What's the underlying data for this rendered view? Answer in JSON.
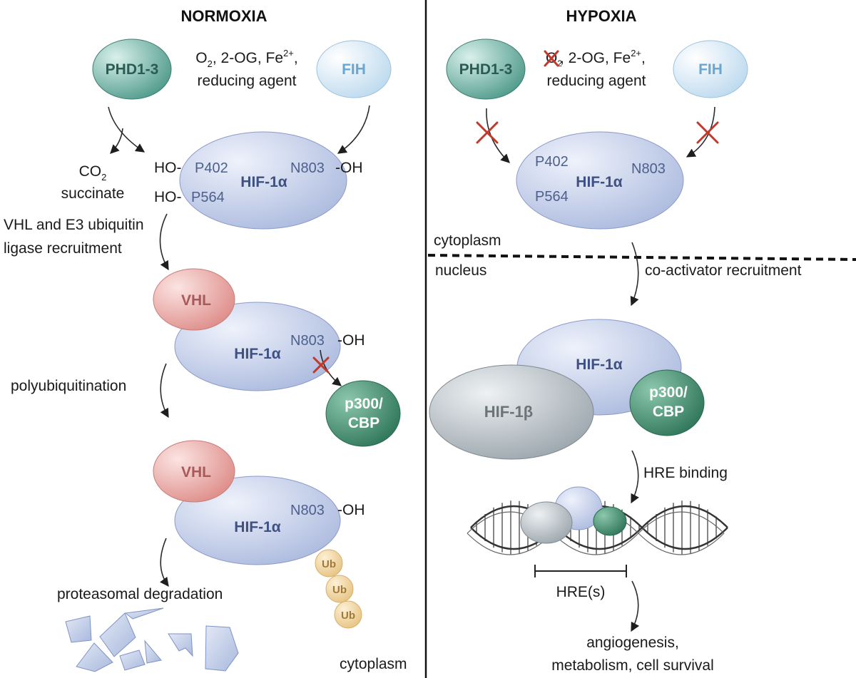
{
  "normoxia": {
    "title": "NORMOXIA",
    "phd_label": "PHD1-3",
    "fih_label": "FIH",
    "cofactors_line1": [
      {
        "t": "O"
      },
      {
        "t": "2",
        "s": "sub"
      },
      {
        "t": ", 2-OG, Fe"
      },
      {
        "t": "2+",
        "s": "sup"
      },
      {
        "t": ","
      }
    ],
    "cofactors_line2": "reducing agent",
    "hydroxyl_left": "HO-",
    "hydroxyl_right": "-OH",
    "site_p402": "P402",
    "site_p564": "P564",
    "site_n803": "N803",
    "hif1a": "HIF-1α",
    "byproduct_line1": [
      {
        "t": "CO"
      },
      {
        "t": "2",
        "s": "sub"
      }
    ],
    "byproduct_line2": "succinate",
    "vhl_recruit_line1": "VHL and E3 ubiquitin",
    "vhl_recruit_line2": "ligase recruitment",
    "vhl": "VHL",
    "p300_line1": "p300/",
    "p300_line2": "CBP",
    "polyubiquitination": "polyubiquitination",
    "ub": "Ub",
    "proteasomal": "proteasomal degradation",
    "cytoplasm": "cytoplasm"
  },
  "hypoxia": {
    "title": "HYPOXIA",
    "phd_label": "PHD1-3",
    "fih_label": "FIH",
    "cofactors_line1": [
      {
        "t": ", 2-OG, Fe"
      },
      {
        "t": "2+",
        "s": "sup"
      },
      {
        "t": ","
      }
    ],
    "cofactors_line2": "reducing agent",
    "o2_crossed": "O2",
    "site_p402": "P402",
    "site_p564": "P564",
    "site_n803": "N803",
    "hif1a": "HIF-1α",
    "cytoplasm": "cytoplasm",
    "nucleus": "nucleus",
    "coactivator": "co-activator recruitment",
    "hif1b": "HIF-1β",
    "p300_line1": "p300/",
    "p300_line2": "CBP",
    "hre_binding": "HRE binding",
    "hres": "HRE(s)",
    "outcome_line1": "angiogenesis,",
    "outcome_line2": "metabolism, cell survival"
  },
  "colors": {
    "phd": "#5fa898",
    "fih": "#d9ecf7",
    "hif": "#c3cfe8",
    "vhl": "#e8a9a6",
    "p300": "#3f8a72",
    "ub": "#f1d5a0",
    "hif1b": "#aab3b8",
    "inhibition": "#c0392b"
  }
}
